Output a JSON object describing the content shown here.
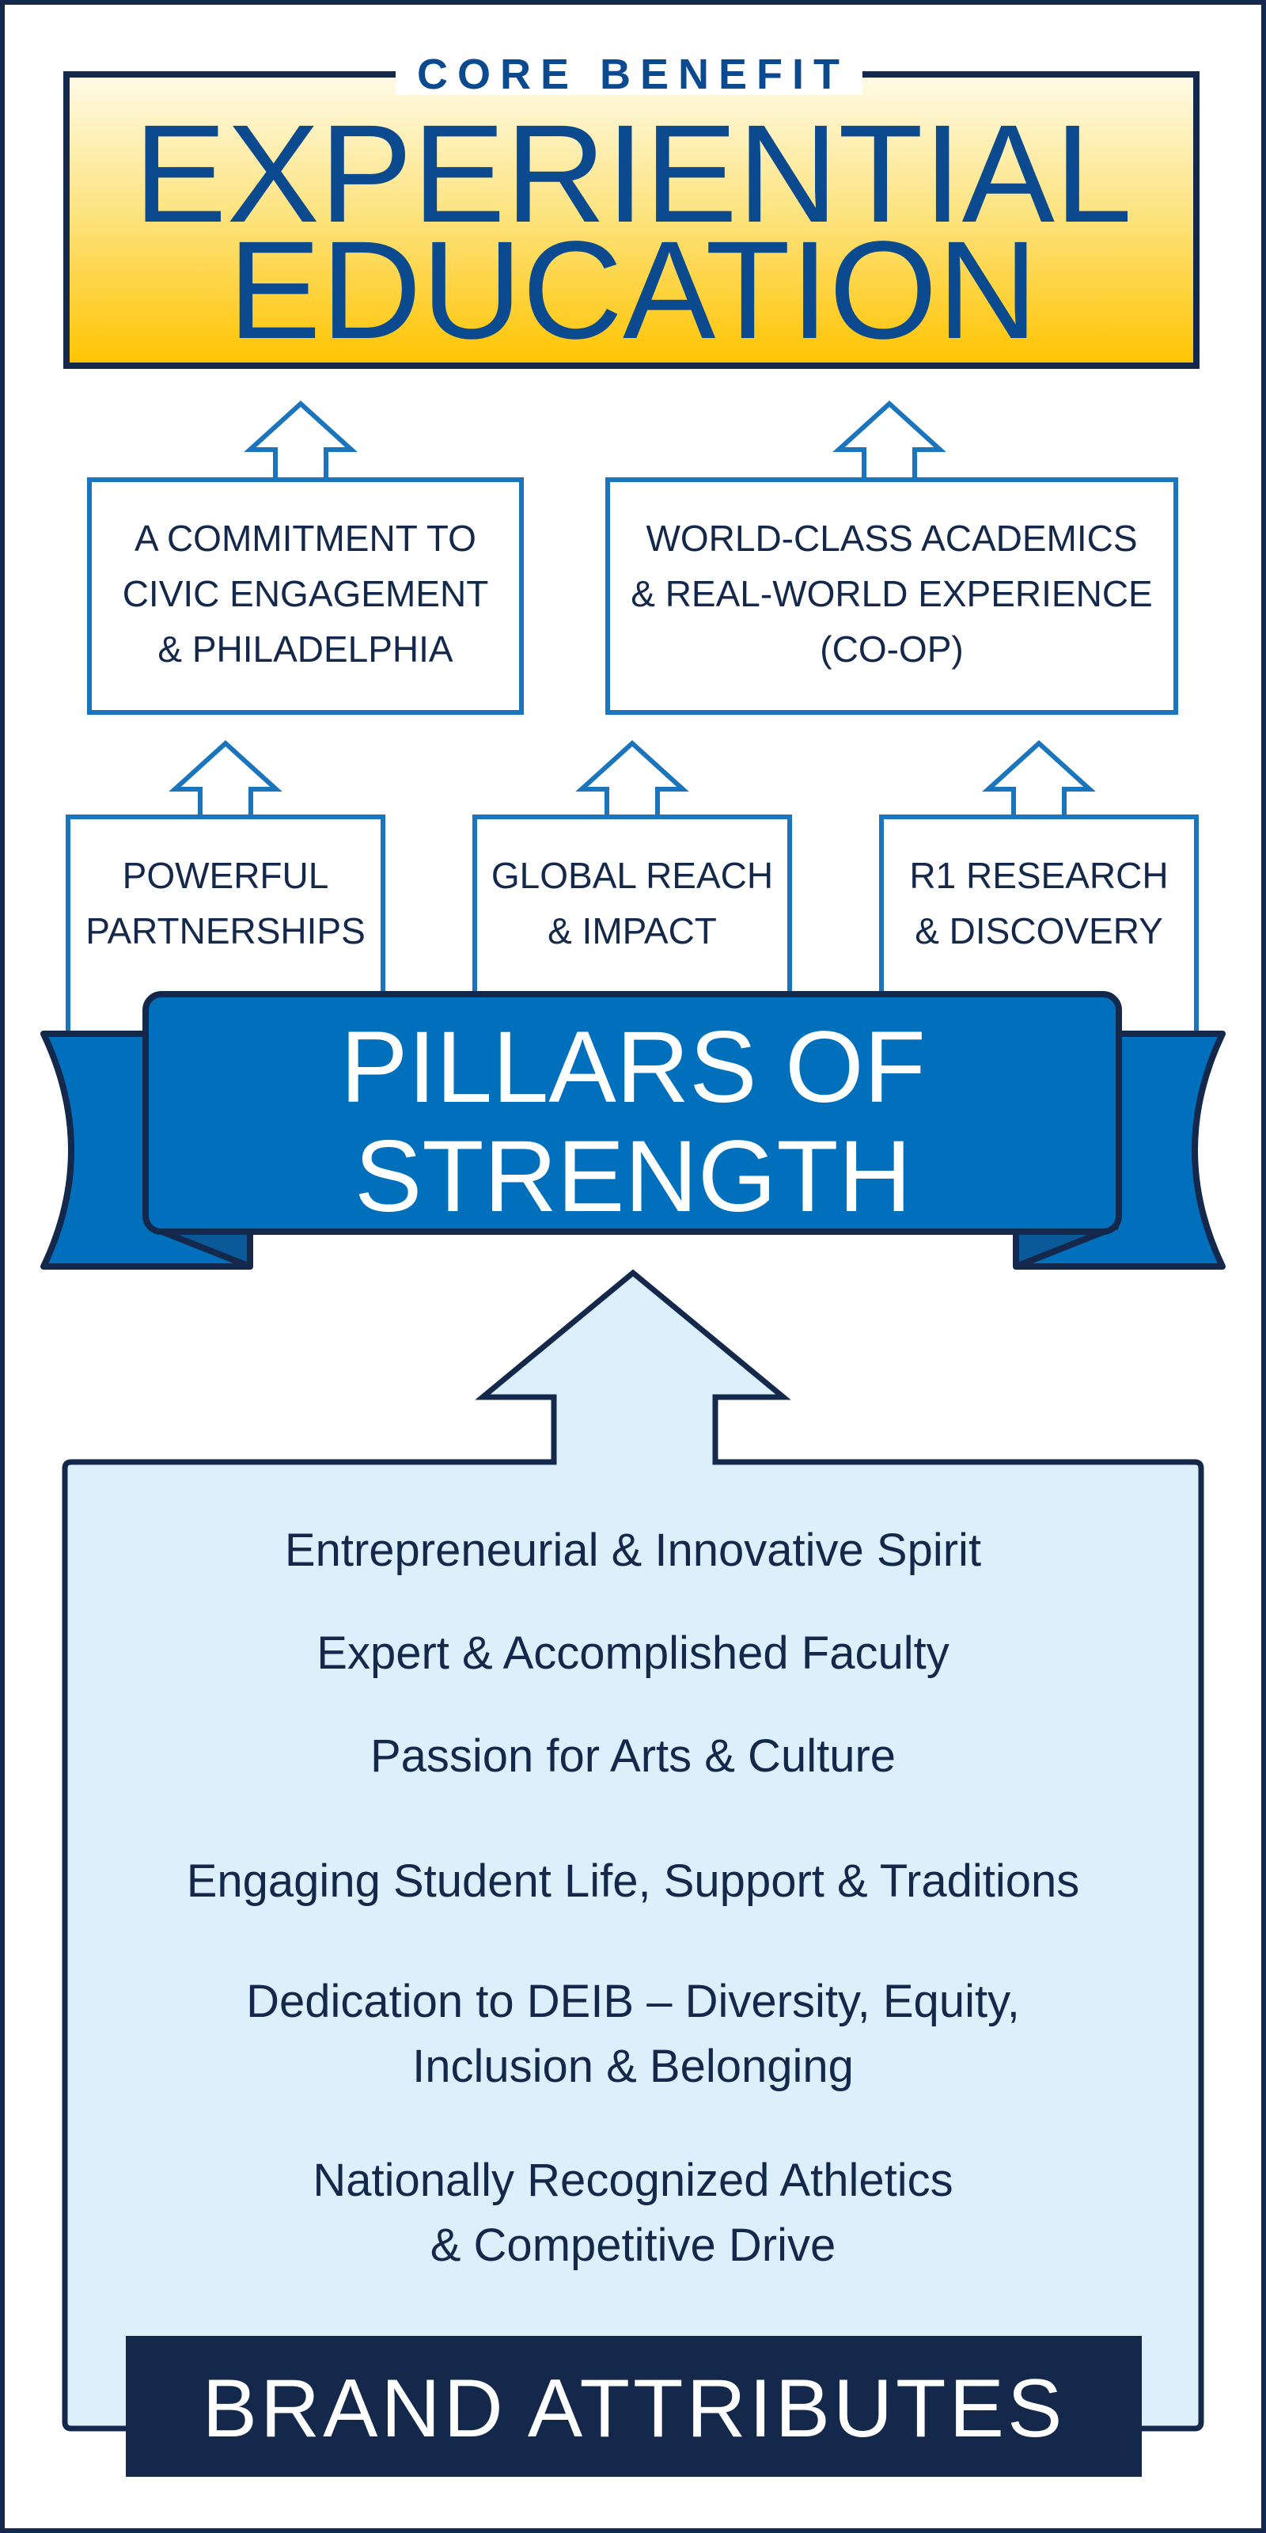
{
  "core": {
    "label": "CORE BENEFIT",
    "title_lines": [
      "EXPERIENTIAL",
      "EDUCATION"
    ]
  },
  "upper_boxes": [
    {
      "lines": [
        "A COMMITMENT TO",
        "CIVIC ENGAGEMENT",
        "& PHILADELPHIA"
      ]
    },
    {
      "lines": [
        "WORLD-CLASS ACADEMICS",
        "& REAL-WORLD EXPERIENCE",
        "(CO-OP)"
      ]
    }
  ],
  "pillars": [
    {
      "lines": [
        "POWERFUL",
        "PARTNERSHIPS"
      ]
    },
    {
      "lines": [
        "GLOBAL REACH",
        "& IMPACT"
      ]
    },
    {
      "lines": [
        "R1 RESEARCH",
        "& DISCOVERY"
      ]
    }
  ],
  "banner": {
    "lines": [
      "PILLARS OF",
      "STRENGTH"
    ]
  },
  "attributes": [
    {
      "lines": [
        "Entrepreneurial & Innovative Spirit"
      ]
    },
    {
      "lines": [
        "Expert & Accomplished Faculty"
      ]
    },
    {
      "lines": [
        "Passion for Arts & Culture"
      ]
    },
    {
      "lines": [
        "Engaging Student Life, Support & Traditions"
      ]
    },
    {
      "lines": [
        "Dedication to DEIB – Diversity, Equity,",
        "Inclusion & Belonging"
      ]
    },
    {
      "lines": [
        "Nationally Recognized Athletics",
        "& Competitive Drive"
      ]
    }
  ],
  "footer": {
    "label": "BRAND ATTRIBUTES"
  },
  "colors": {
    "navy": "#13284b",
    "title_blue": "#0b4a8f",
    "ribbon_blue": "#0070bc",
    "outline_blue": "#1b75bc",
    "light_blue": "#dcf0fb",
    "gold": "#ffc300"
  }
}
